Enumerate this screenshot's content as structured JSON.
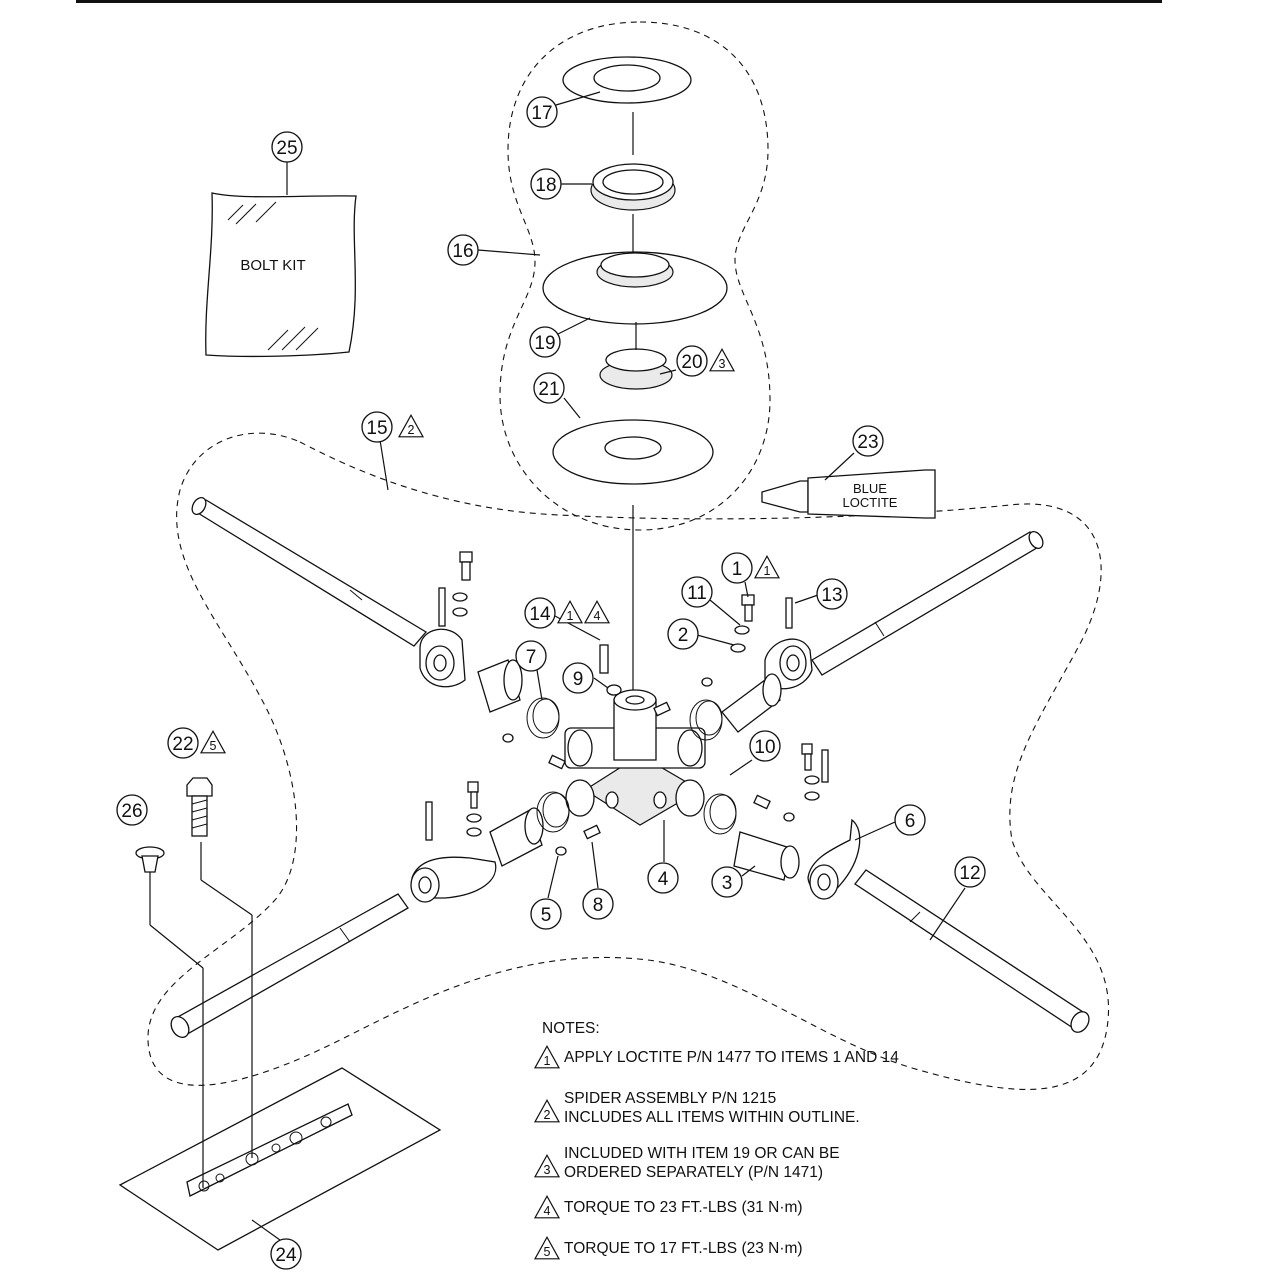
{
  "callouts": [
    {
      "id": "1",
      "flag": "1"
    },
    {
      "id": "2",
      "flag": ""
    },
    {
      "id": "3",
      "flag": ""
    },
    {
      "id": "4",
      "flag": ""
    },
    {
      "id": "5",
      "flag": ""
    },
    {
      "id": "6",
      "flag": ""
    },
    {
      "id": "7",
      "flag": ""
    },
    {
      "id": "8",
      "flag": ""
    },
    {
      "id": "9",
      "flag": ""
    },
    {
      "id": "10",
      "flag": ""
    },
    {
      "id": "11",
      "flag": ""
    },
    {
      "id": "12",
      "flag": ""
    },
    {
      "id": "13",
      "flag": ""
    },
    {
      "id": "14",
      "flags": [
        "1",
        "4"
      ]
    },
    {
      "id": "15",
      "flag": "2"
    },
    {
      "id": "16",
      "flag": ""
    },
    {
      "id": "17",
      "flag": ""
    },
    {
      "id": "18",
      "flag": ""
    },
    {
      "id": "19",
      "flag": ""
    },
    {
      "id": "20",
      "flag": "3"
    },
    {
      "id": "21",
      "flag": ""
    },
    {
      "id": "22",
      "flag": "5"
    },
    {
      "id": "23",
      "flag": ""
    },
    {
      "id": "24",
      "flag": ""
    },
    {
      "id": "25",
      "flag": ""
    },
    {
      "id": "26",
      "flag": ""
    }
  ],
  "bolt_kit_label": "BOLT KIT",
  "loctite_label_line1": "BLUE",
  "loctite_label_line2": "LOCTITE",
  "notes": {
    "heading": "NOTES:",
    "items": [
      {
        "num": "1",
        "lines": [
          "APPLY LOCTITE  P/N 1477 TO ITEMS 1 AND 14"
        ]
      },
      {
        "num": "2",
        "lines": [
          "SPIDER ASSEMBLY P/N 1215",
          "INCLUDES ALL ITEMS WITHIN OUTLINE."
        ]
      },
      {
        "num": "3",
        "lines": [
          "INCLUDED WITH ITEM 19 OR CAN BE",
          "ORDERED SEPARATELY (P/N 1471)"
        ]
      },
      {
        "num": "4",
        "lines": [
          "TORQUE TO 23 FT.-LBS (31 N·m)"
        ]
      },
      {
        "num": "5",
        "lines": [
          "TORQUE TO 17 FT.-LBS (23 N·m)"
        ]
      }
    ]
  }
}
